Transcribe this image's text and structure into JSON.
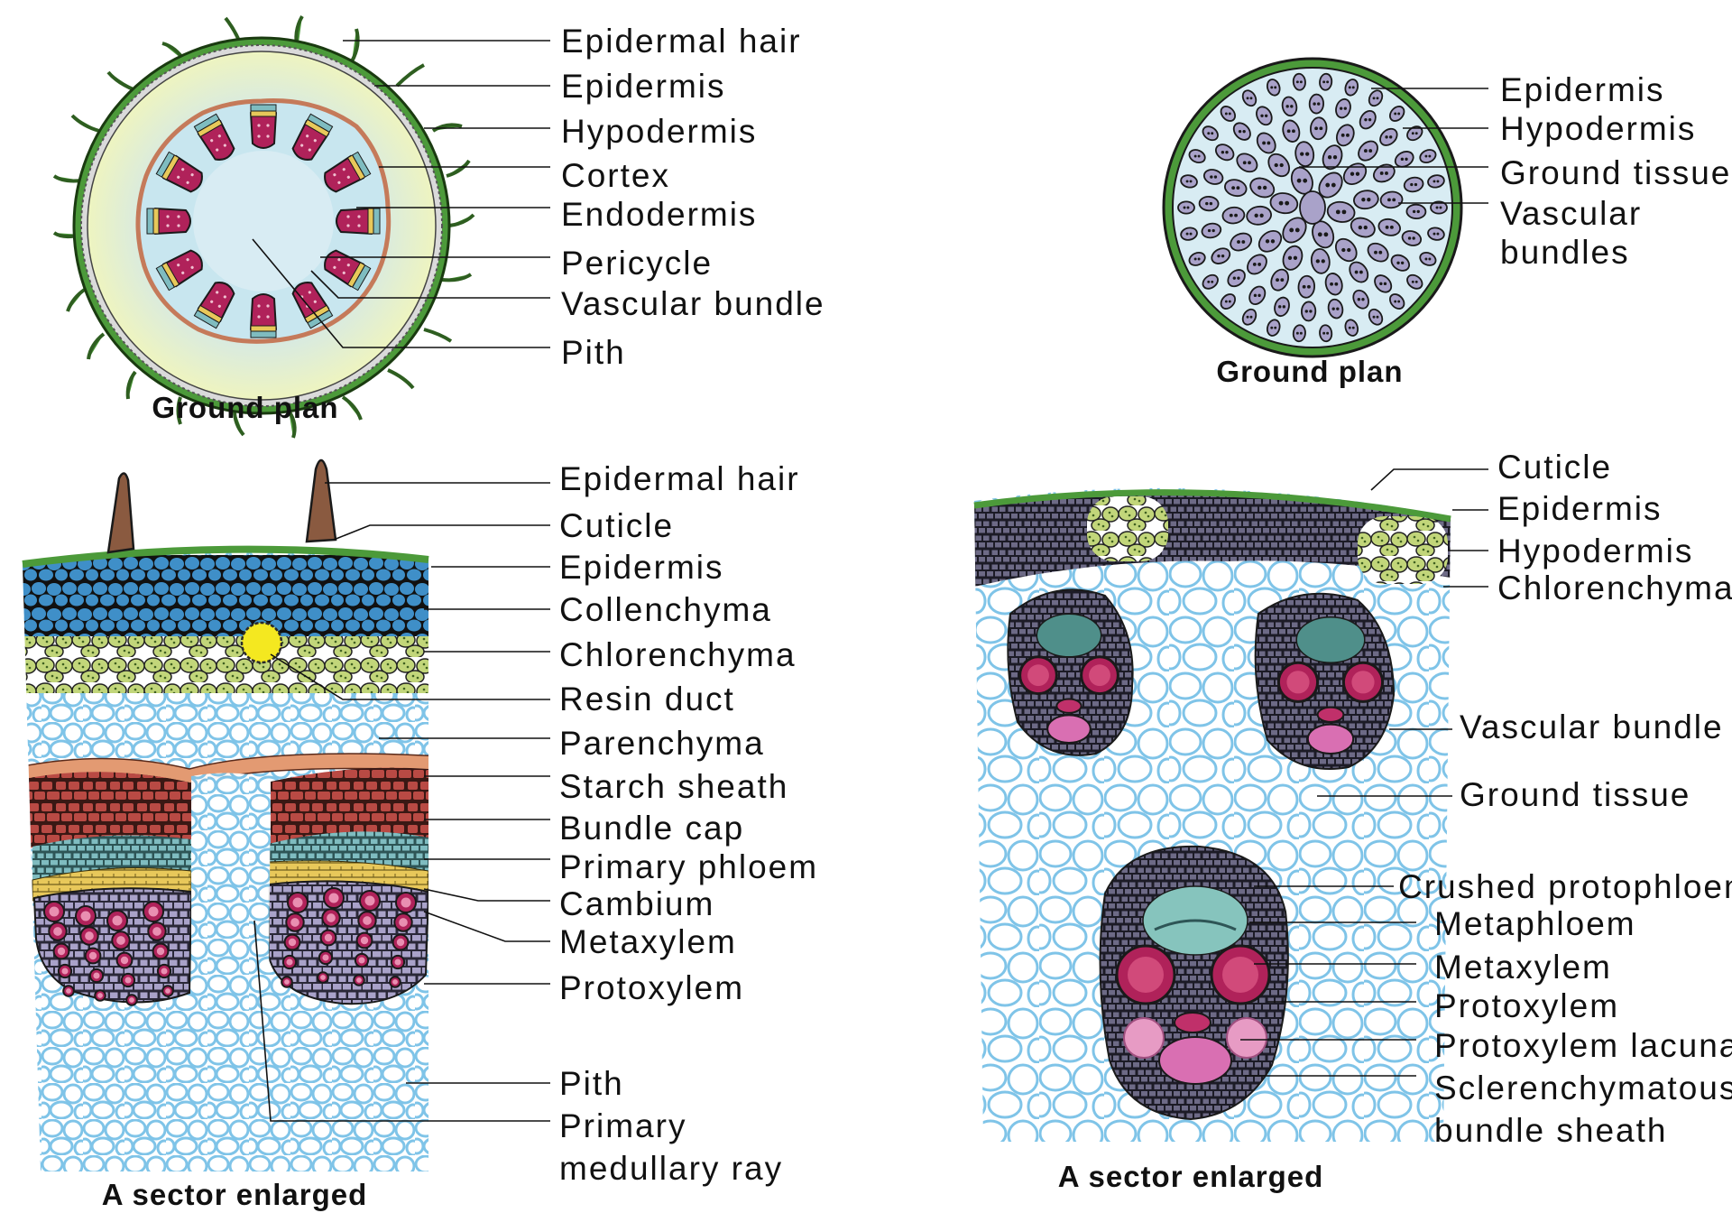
{
  "dicot_stem": {
    "ground_plan": {
      "caption": "Ground plan",
      "labels": [
        "Epidermal hair",
        "Epidermis",
        "Hypodermis",
        "Cortex",
        "Endodermis",
        "Pericycle",
        "Vascular bundle",
        "Pith"
      ]
    },
    "sector": {
      "caption": "A sector enlarged",
      "labels": [
        "Epidermal hair",
        "Cuticle",
        "Epidermis",
        "Collenchyma",
        "Chlorenchyma",
        "Resin duct",
        "Parenchyma",
        "Starch sheath",
        "Bundle cap",
        "Primary phloem",
        "Cambium",
        "Metaxylem",
        "Protoxylem",
        "Pith",
        "Primary",
        "medullary ray"
      ]
    }
  },
  "monocot_stem": {
    "ground_plan": {
      "caption": "Ground plan",
      "labels": [
        "Epidermis",
        "Hypodermis",
        "Ground tissue",
        "Vascular",
        "bundles"
      ]
    },
    "sector": {
      "caption": "A sector enlarged",
      "labels": [
        "Cuticle",
        "Epidermis",
        "Hypodermis",
        "Chlorenchyma",
        "Vascular bundle",
        "Ground tissue",
        "Crushed protophloem",
        "Metaphloem",
        "Metaxylem",
        "Protoxylem",
        "Protoxylem lacuna",
        "Sclerenchymatous",
        "bundle sheath"
      ]
    }
  },
  "colors": {
    "epidermis_green": "#4c9a3a",
    "cortex_blue": "#cfe6ee",
    "cortex_yellow": "#eef4c0",
    "pith_light": "#d8ecf3",
    "epidermis_blue": "#3f8fc8",
    "chlorenchyma": "#c2d67a",
    "resin_duct": "#f4e820",
    "cell_outline_blue": "#7fc4e8",
    "bundle_cap_red": "#b94a44",
    "phloem_teal": "#7fbcc0",
    "cambium_yellow": "#e8c85a",
    "xylem_lavender": "#a9a2c9",
    "xylem_vessel": "#b0225a",
    "sheath_dark": "#5b5870",
    "lacuna_pink": "#d96fb2",
    "starch_orange": "#e39a72"
  }
}
